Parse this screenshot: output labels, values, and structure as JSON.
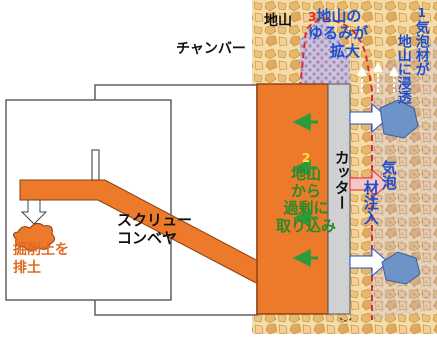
{
  "labels": {
    "ground": "地山",
    "chamber": "チャンバー",
    "screw_line1": "スクリュー",
    "screw_line2": "コンベヤ",
    "dump_line1": "掘削土を",
    "dump_line2": "排土",
    "cutter": "カッター",
    "foam_injection_a": "気泡",
    "foam_injection_b": "材注入"
  },
  "notes": {
    "n3_number": "3",
    "n3_line1": "地山の",
    "n3_line2": "ゆるみが",
    "n3_line3": "拡大",
    "n1_number": "1",
    "n1_line1": "気泡材が",
    "n1_line2": "地山に浸透",
    "n2_number": "2",
    "n2_line1": "地山",
    "n2_line2": "から",
    "n2_line3": "過剰に",
    "n2_line4": "取り込み"
  },
  "colors": {
    "orange": "#ec7a2a",
    "orange_dark": "#8a3e10",
    "cutter_gray": "#cfd1d3",
    "blue_text": "#1d4fcf",
    "green_arrow": "#2e9a3a",
    "red_dashed": "#e02a2a",
    "ground_fill": "#efc98a",
    "foam_blue": "#4f7fbf",
    "injection_pink": "#f4c6c6"
  }
}
